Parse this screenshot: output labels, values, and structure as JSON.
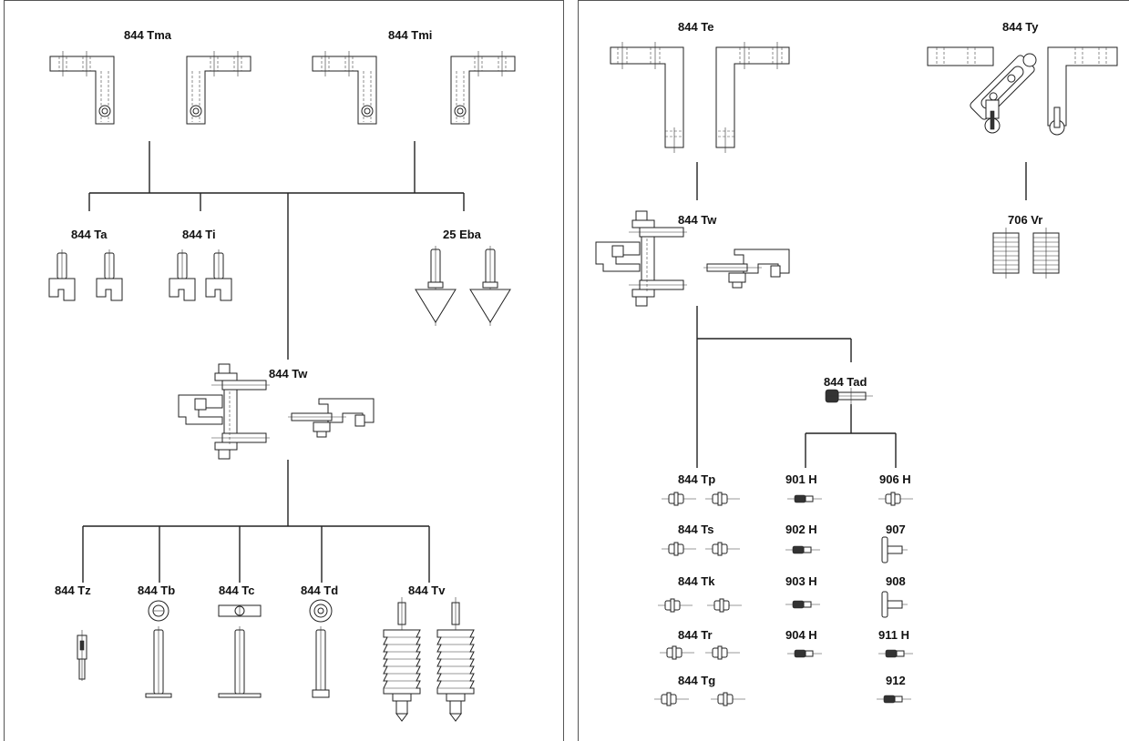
{
  "labels": {
    "tma": "844 Tma",
    "tmi": "844 Tmi",
    "ta": "844 Ta",
    "ti": "844 Ti",
    "eba": "25 Eba",
    "tw_left": "844 Tw",
    "tz": "844 Tz",
    "tb": "844 Tb",
    "tc": "844 Tc",
    "td": "844 Td",
    "tv": "844 Tv",
    "te": "844 Te",
    "ty": "844 Ty",
    "tw_right": "844 Tw",
    "vr": "706 Vr",
    "tad": "844 Tad",
    "tp": "844 Tp",
    "ts": "844 Ts",
    "tk": "844 Tk",
    "tr": "844 Tr",
    "tg": "844 Tg",
    "h901": "901 H",
    "h902": "902 H",
    "h903": "903 H",
    "h904": "904 H",
    "h906": "906 H",
    "p907": "907",
    "p908": "908",
    "h911": "911 H",
    "p912": "912"
  }
}
